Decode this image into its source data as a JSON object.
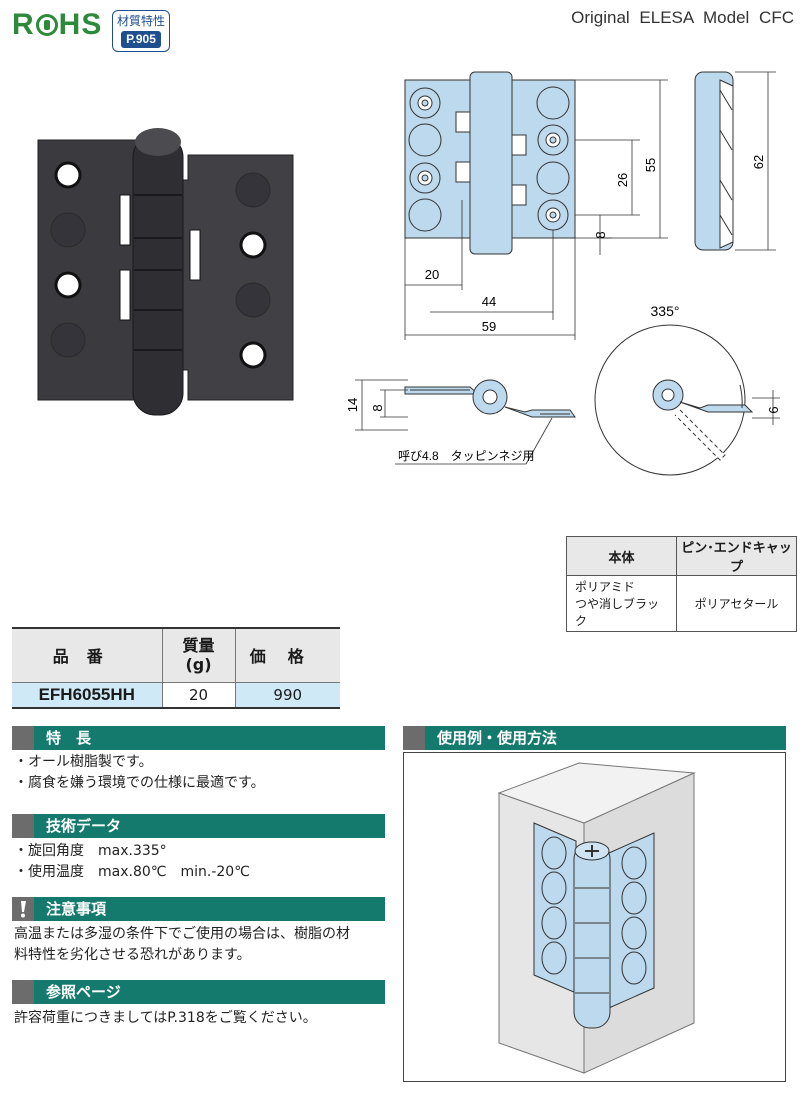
{
  "header": {
    "rohs": "RoHS",
    "material_badge_label": "材質特性",
    "material_badge_page": "P.905",
    "model": "Original ELESA Model CFC"
  },
  "drawing": {
    "dim_55": "55",
    "dim_26": "26",
    "dim_8": "8",
    "dim_62": "62",
    "dim_20": "20",
    "dim_44": "44",
    "dim_59": "59",
    "dim_14": "14",
    "dim_8b": "8",
    "dim_6": "6",
    "angle": "335°",
    "screw_note": "呼び4.8　タッピンネジ用"
  },
  "material_table": {
    "headers": [
      "本体",
      "ピン･エンドキャップ"
    ],
    "body_line1": "ポリアミド",
    "body_line2": "つや消しブラック",
    "pin": "ポリアセタール"
  },
  "price_table": {
    "h_part": "品番",
    "h_weight_1": "質量",
    "h_weight_2": "(g)",
    "h_price": "価格",
    "part_no": "EFH6055HH",
    "weight": "20",
    "price": "990"
  },
  "features": {
    "title": "特　長",
    "items": [
      "・オール樹脂製です。",
      "・腐食を嫌う環境での仕様に最適です。"
    ]
  },
  "tech": {
    "title": "技術データ",
    "items": [
      "・旋回角度　max.335°",
      "・使用温度　max.80℃　min.-20℃"
    ]
  },
  "caution": {
    "title": "注意事項",
    "text_1": "高温または多湿の条件下でご使用の場合は、樹脂の材",
    "text_2": "料特性を劣化させる恐れがあります。"
  },
  "reference": {
    "title": "参照ページ",
    "text": "許容荷重につきましてはP.318をご覧ください。"
  },
  "usage": {
    "title": "使用例・使用方法"
  },
  "colors": {
    "accent": "#157a6e",
    "part_blue": "#bcd9ee",
    "highlight": "#cfe9f6"
  }
}
